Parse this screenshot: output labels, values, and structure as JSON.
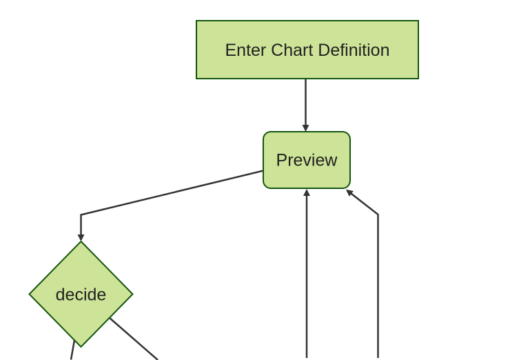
{
  "diagram": {
    "type": "flowchart",
    "direction": "top-down",
    "nodes": [
      {
        "id": "enter-chart-definition",
        "label": "Enter Chart Definition",
        "shape": "rectangle"
      },
      {
        "id": "preview",
        "label": "Preview",
        "shape": "rounded-rectangle"
      },
      {
        "id": "decide",
        "label": "decide",
        "shape": "diamond"
      }
    ],
    "edges": [
      {
        "from": "enter-chart-definition",
        "to": "preview",
        "arrowhead": true
      },
      {
        "from": "preview",
        "to": "decide",
        "arrowhead": true
      },
      {
        "from": "offscreen-bottom",
        "to": "preview",
        "arrowhead": true,
        "route": "straight-up"
      },
      {
        "from": "offscreen-bottom",
        "to": "preview",
        "arrowhead": true,
        "route": "elbow-from-right"
      },
      {
        "from": "decide",
        "to": "offscreen-bottom-left",
        "arrowhead": false
      },
      {
        "from": "decide",
        "to": "offscreen-bottom-right",
        "arrowhead": false
      }
    ],
    "theme": {
      "node_fill": "#cde498",
      "node_stroke": "#13540c",
      "edge_color": "#333333",
      "text_color": "#212121",
      "background": "#ffffff"
    }
  }
}
